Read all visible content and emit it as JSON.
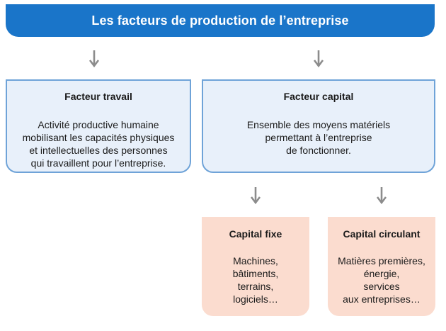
{
  "banner": {
    "title": "Les facteurs de production de l’entreprise"
  },
  "boxes": {
    "travail": {
      "title": "Facteur travail",
      "lines": [
        "Activité productive humaine",
        "mobilisant les capacités physiques",
        "et intellectuelles des personnes",
        "qui travaillent pour l’entreprise."
      ]
    },
    "capital": {
      "title": "Facteur capital",
      "lines": [
        "Ensemble des moyens matériels",
        "permettant à l’entreprise",
        "de fonctionner."
      ]
    },
    "fixe": {
      "title": "Capital fixe",
      "lines": [
        "Machines,",
        "bâtiments,",
        "terrains,",
        "logiciels…"
      ]
    },
    "circulant": {
      "title": "Capital circulant",
      "lines": [
        "Matières premières,",
        "énergie,",
        "services",
        "aux entreprises…"
      ]
    }
  },
  "colors": {
    "banner": "#1a75c9",
    "blue_box_fill": "#e8f0fa",
    "blue_box_border": "#6fa3d8",
    "pink_box_fill": "#fbdccf",
    "arrow": "#8c8c8c"
  }
}
